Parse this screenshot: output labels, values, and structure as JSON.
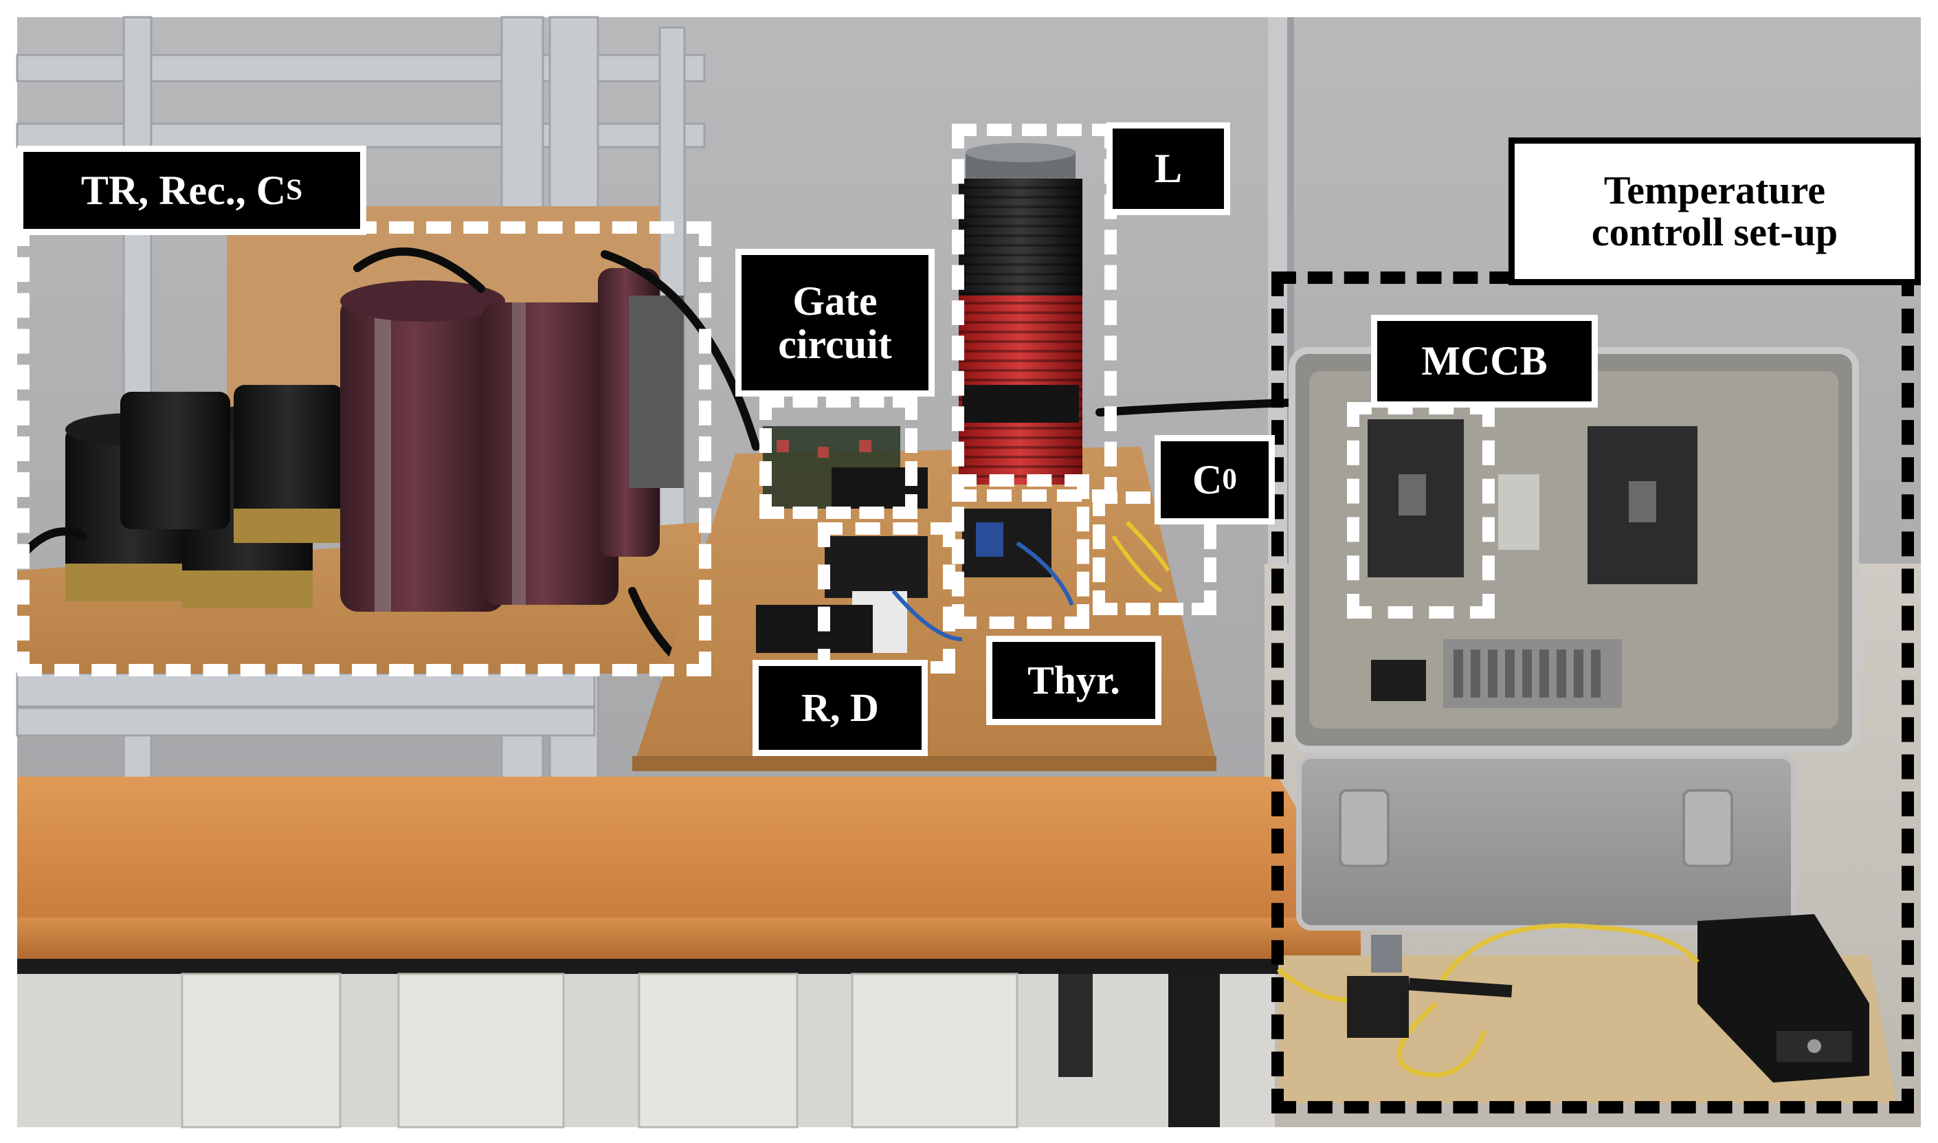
{
  "labels": {
    "tr_rec_cs": {
      "main": "TR, Rec., C",
      "sub": "S"
    },
    "gate_circuit": {
      "line1": "Gate",
      "line2": "circuit"
    },
    "inductor": "L",
    "capacitor": {
      "main": "C",
      "sub": "0"
    },
    "mccb": "MCCB",
    "thyristor": "Thyr.",
    "resistor_diode": "R, D",
    "temperature_setup": {
      "line1": "Temperature",
      "line2": "controll set-up"
    }
  },
  "colors": {
    "label_background": "#000000",
    "label_text": "#ffffff",
    "region_outline_light": "#ffffff",
    "region_outline_dark": "#000000"
  }
}
